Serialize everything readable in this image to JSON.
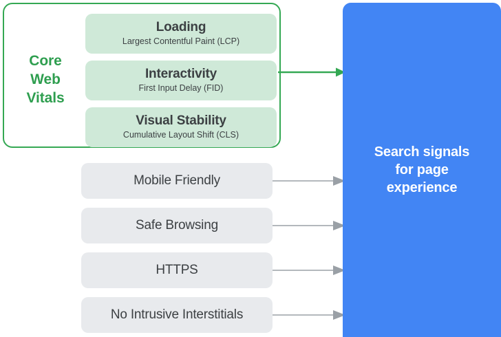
{
  "diagram": {
    "title": "Search signals for page experience",
    "colors": {
      "brand_green": "#34A853",
      "label_green": "#2E9E4F",
      "vital_card_fill": "#CFE9D8",
      "signal_card_fill": "#E8EAED",
      "panel_blue": "#4285F4",
      "text_dark": "#3C4043",
      "arrow_gray": "#9AA0A6"
    }
  },
  "core_web_vitals": {
    "group_label_lines": [
      "Core",
      "Web",
      "Vitals"
    ],
    "cards": [
      {
        "title": "Loading",
        "subtitle": "Largest Contentful Paint (LCP)",
        "metric_abbr": "LCP"
      },
      {
        "title": "Interactivity",
        "subtitle": "First Input Delay (FID)",
        "metric_abbr": "FID"
      },
      {
        "title": "Visual Stability",
        "subtitle": "Cumulative Layout Shift (CLS)",
        "metric_abbr": "CLS"
      }
    ],
    "arrow": {
      "name": "green-arrow-right",
      "color": "#34A853"
    }
  },
  "other_signals": {
    "cards": [
      {
        "label": "Mobile Friendly"
      },
      {
        "label": "Safe Browsing"
      },
      {
        "label": "HTTPS"
      },
      {
        "label": "No Intrusive Interstitials"
      }
    ],
    "arrow": {
      "name": "gray-arrow-right",
      "color": "#9AA0A6"
    }
  },
  "search_panel": {
    "lines": [
      "Search signals",
      "for page",
      "experience"
    ]
  }
}
